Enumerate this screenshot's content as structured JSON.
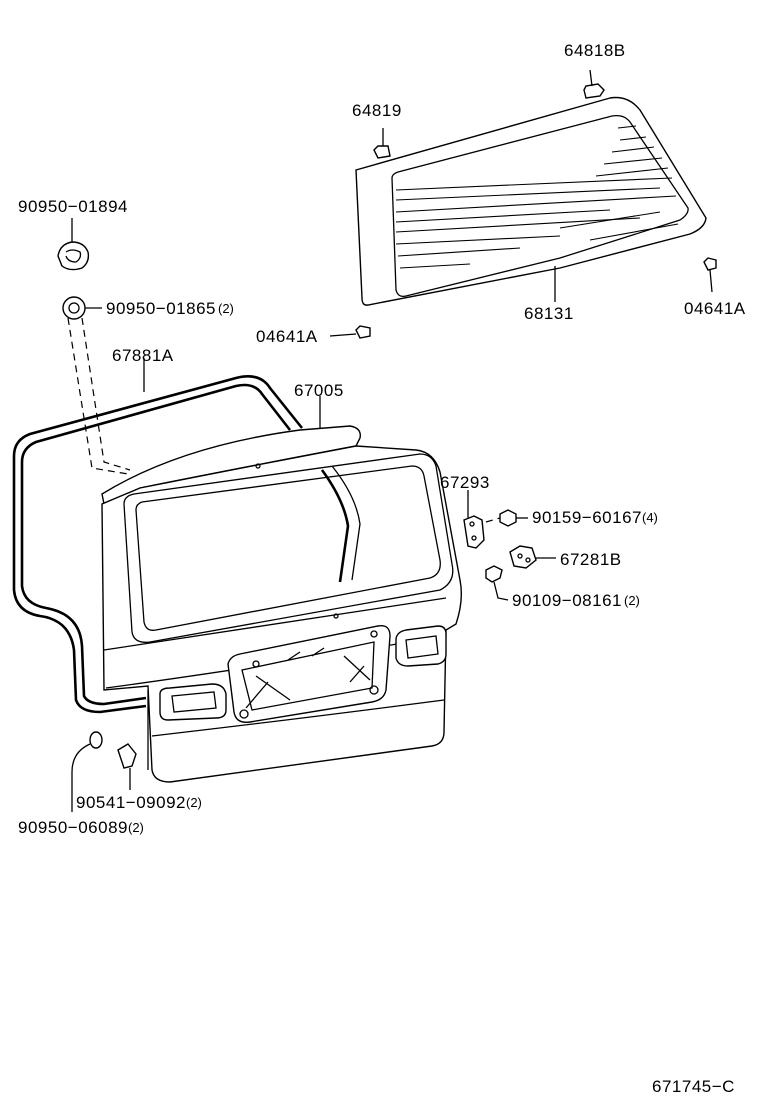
{
  "labels": {
    "p64818b": "64818B",
    "p64819": "64819",
    "p90950_01894": "90950−01894",
    "p90950_01865": "90950−01865",
    "p90950_01865_qty": "(2)",
    "p04641a_left": "04641A",
    "p04641a_right": "04641A",
    "p68131": "68131",
    "p67881a": "67881A",
    "p67005": "67005",
    "p67293": "67293",
    "p90159_60167": "90159−60167",
    "p90159_60167_qty": "(4)",
    "p67281b": "67281B",
    "p90109_08161": "90109−08161",
    "p90109_08161_qty": "(2)",
    "p90541_09092": "90541−09092",
    "p90541_09092_qty": "(2)",
    "p90950_06089": "90950−06089",
    "p90950_06089_qty": "(2)"
  },
  "diagram_code": "671745−C"
}
